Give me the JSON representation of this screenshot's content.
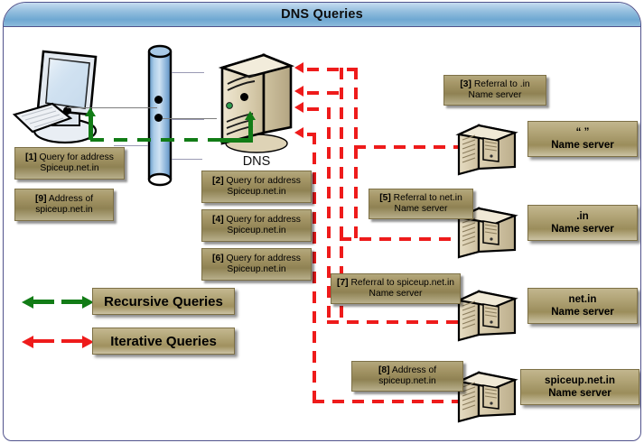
{
  "window": {
    "title": "DNS Queries",
    "border_color": "#51538c",
    "title_gradient_top": "#c7dcf0",
    "title_gradient_bottom": "#6fa8d2"
  },
  "colors": {
    "recursive_arrow": "#127c16",
    "iterative_arrow": "#ee1b1b",
    "label_box_fill": "#a8996a",
    "server_body": "#d8cdb0",
    "backbone_cylinder": "#8fb7dc"
  },
  "nodes": {
    "client": {
      "name": "client-workstation",
      "icon": "desktop-computer-icon"
    },
    "backbone": {
      "name": "network-backbone",
      "icon": "cylinder-icon"
    },
    "dns_server": {
      "caption": "DNS",
      "icon": "tower-server-icon"
    }
  },
  "name_servers": [
    {
      "domain": "“ ”",
      "role": "Name server",
      "icon": "rack-server-icon"
    },
    {
      "domain": ".in",
      "role": "Name server",
      "icon": "rack-server-icon"
    },
    {
      "domain": "net.in",
      "role": "Name server",
      "icon": "rack-server-icon"
    },
    {
      "domain": "spiceup.net.in",
      "role": "Name server",
      "icon": "rack-server-icon"
    }
  ],
  "steps": [
    {
      "num": "[1]",
      "line1": "Query for address",
      "line2": "Spiceup.net.in",
      "kind": "recursive"
    },
    {
      "num": "[2]",
      "line1": "Query for address",
      "line2": "Spiceup.net.in",
      "kind": "iterative"
    },
    {
      "num": "[3]",
      "line1": "Referral to .in",
      "line2": "Name server",
      "kind": "iterative"
    },
    {
      "num": "[4]",
      "line1": "Query for address",
      "line2": "Spiceup.net.in",
      "kind": "iterative"
    },
    {
      "num": "[5]",
      "line1": "Referral to net.in",
      "line2": "Name server",
      "kind": "iterative"
    },
    {
      "num": "[6]",
      "line1": "Query for address",
      "line2": "Spiceup.net.in",
      "kind": "iterative"
    },
    {
      "num": "[7]",
      "line1": "Referral to spiceup.net.in",
      "line2": "Name server",
      "kind": "iterative"
    },
    {
      "num": "[8]",
      "line1": "Address of",
      "line2": "spiceup.net.in",
      "kind": "iterative"
    },
    {
      "num": "[9]",
      "line1": "Address of",
      "line2": "spiceup.net.in",
      "kind": "recursive"
    }
  ],
  "legend": [
    {
      "label": "Recursive Queries",
      "color": "#127c16"
    },
    {
      "label": "Iterative Queries",
      "color": "#ee1b1b"
    }
  ]
}
